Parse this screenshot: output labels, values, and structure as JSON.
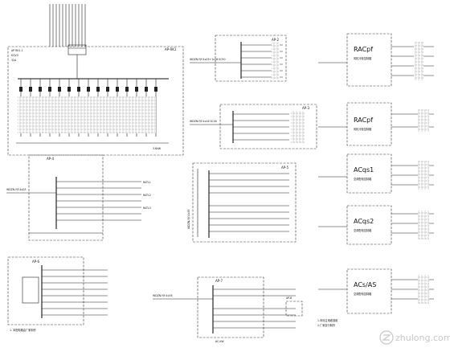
{
  "panels": {
    "p1": {
      "tag": "AP-RK1"
    },
    "p2": {
      "tag": "AP-2"
    },
    "p3": {
      "tag": "AP-3"
    },
    "p4": {
      "tag": "AP-4"
    },
    "p5": {
      "tag": "AP-5"
    },
    "p6": {
      "tag": "AP-6"
    },
    "p7": {
      "tag": "AP-7"
    },
    "p8": {
      "tag": "AP-8"
    }
  },
  "cabinets": [
    {
      "name": "RACpf",
      "sub": "风机冷柜控制箱",
      "tag": "RA"
    },
    {
      "name": "RACpf",
      "sub": "风机冷柜控制箱",
      "tag": "RA"
    },
    {
      "name": "ACqs1",
      "sub": "空调配电控制箱",
      "tag": "AC"
    },
    {
      "name": "ACqs2",
      "sub": "空调配电控制箱",
      "tag": "AC"
    },
    {
      "name": "ACs/AS",
      "sub": "空调配电控制箱",
      "tag": "AC"
    }
  ],
  "watermark": "zhulong.com",
  "icons": {
    "watermark": "zhulong-logo-icon"
  }
}
